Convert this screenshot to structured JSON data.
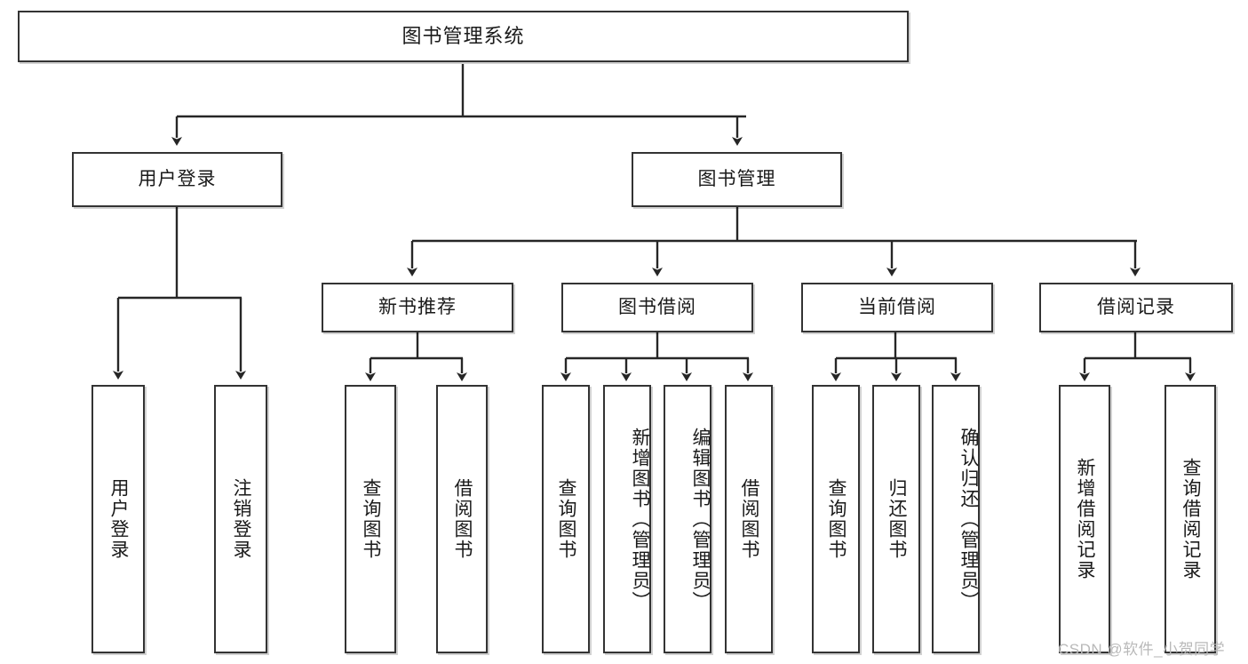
{
  "diagram": {
    "title": "图书管理系统",
    "watermark": "CSDN @软件_小贺同学",
    "colors": {
      "box_border": "#333333",
      "box_fill": "#ffffff",
      "connector": "#262626",
      "text": "#1a1a1a",
      "watermark": "#b9b9b9"
    },
    "root": {
      "label": "图书管理系统"
    },
    "level1": [
      {
        "id": "user-login",
        "label": "用户登录"
      },
      {
        "id": "book-management",
        "label": "图书管理"
      }
    ],
    "level2": [
      {
        "id": "new-book-recommend",
        "label": "新书推荐",
        "parent": "book-management"
      },
      {
        "id": "book-borrow",
        "label": "图书借阅",
        "parent": "book-management"
      },
      {
        "id": "current-borrow",
        "label": "当前借阅",
        "parent": "book-management"
      },
      {
        "id": "borrow-record",
        "label": "借阅记录",
        "parent": "book-management"
      }
    ],
    "leaves": {
      "user-login": [
        {
          "id": "leaf-user-login",
          "label": "用户登录"
        },
        {
          "id": "leaf-user-logout",
          "label": "注销登录"
        }
      ],
      "new-book-recommend": [
        {
          "id": "leaf-query-book-1",
          "label": "查询图书"
        },
        {
          "id": "leaf-borrow-book-1",
          "label": "借阅图书"
        }
      ],
      "book-borrow": [
        {
          "id": "leaf-query-book-2",
          "label": "查询图书"
        },
        {
          "id": "leaf-add-book",
          "label": "新增图书（管理员）"
        },
        {
          "id": "leaf-edit-book",
          "label": "编辑图书（管理员）"
        },
        {
          "id": "leaf-borrow-book-2",
          "label": "借阅图书"
        }
      ],
      "current-borrow": [
        {
          "id": "leaf-query-book-3",
          "label": "查询图书"
        },
        {
          "id": "leaf-return-book",
          "label": "归还图书"
        },
        {
          "id": "leaf-confirm-return",
          "label": "确认归还（管理员）"
        }
      ],
      "borrow-record": [
        {
          "id": "leaf-add-record",
          "label": "新增借阅记录"
        },
        {
          "id": "leaf-query-record",
          "label": "查询借阅记录"
        }
      ]
    }
  }
}
